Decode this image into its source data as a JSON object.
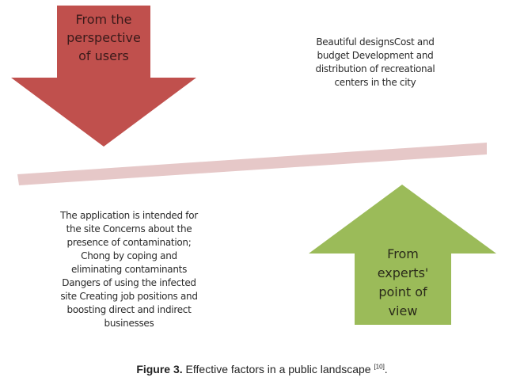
{
  "users_arrow": {
    "lines": [
      "From the",
      "perspective",
      "of users"
    ],
    "color": "#c0504d"
  },
  "experts_arrow": {
    "lines": [
      "From",
      "experts'",
      "point of",
      "view"
    ],
    "color": "#9bbb59"
  },
  "divider_color": "#e6c8c8",
  "users_factors": {
    "lines": [
      "Beautiful designsCost and",
      "budget Development and",
      "distribution of recreational",
      "centers in the city"
    ]
  },
  "experts_factors": {
    "lines": [
      "The application is intended for",
      "the site Concerns about the",
      "presence of contamination;",
      "Chong by coping and",
      "eliminating contaminants",
      "Dangers of using the infected",
      "site Creating job positions and",
      "boosting direct and indirect",
      "businesses"
    ]
  },
  "caption": {
    "label": "Figure 3.",
    "text": " Effective factors in a public landscape ",
    "ref": "[10]",
    "end": "."
  }
}
